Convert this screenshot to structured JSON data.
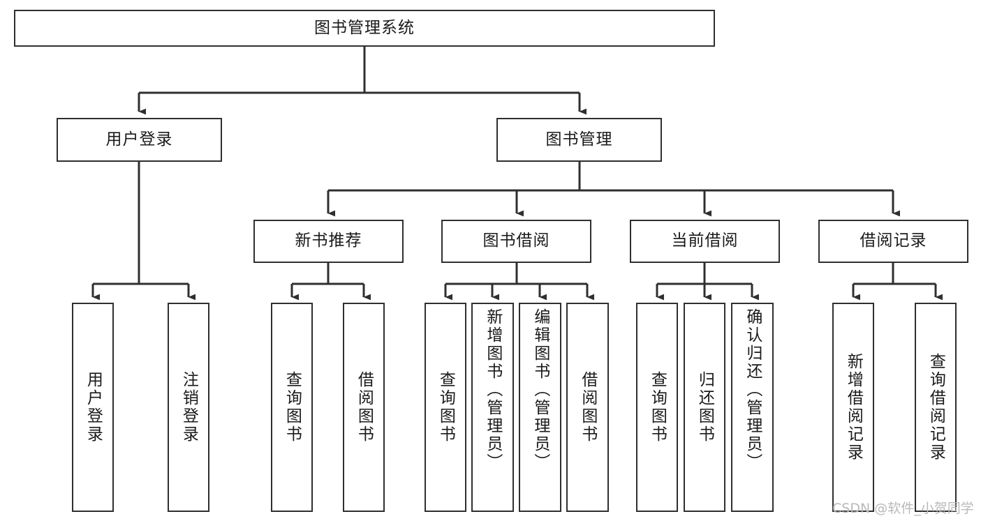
{
  "diagram": {
    "type": "tree-hierarchy-chart",
    "title": "图书管理系统",
    "stroke_color": "#2f2f2f",
    "background_color": "#ffffff",
    "nodes": {
      "root": {
        "label": "图书管理系统"
      },
      "level2": [
        {
          "label": "用户登录"
        },
        {
          "label": "图书管理"
        }
      ],
      "level3": [
        {
          "label": "新书推荐"
        },
        {
          "label": "图书借阅"
        },
        {
          "label": "当前借阅"
        },
        {
          "label": "借阅记录"
        }
      ],
      "leaves_user_login": [
        {
          "label": "用户登录"
        },
        {
          "label": "注销登录"
        }
      ],
      "leaves_new_book": [
        {
          "label": "查询图书"
        },
        {
          "label": "借阅图书"
        }
      ],
      "leaves_book_borrow": [
        {
          "label": "查询图书"
        },
        {
          "label": "新增图书（管理员）"
        },
        {
          "label": "编辑图书（管理员）"
        },
        {
          "label": "借阅图书"
        }
      ],
      "leaves_current_borrow": [
        {
          "label": "查询图书"
        },
        {
          "label": "归还图书"
        },
        {
          "label": "确认归还（管理员）"
        }
      ],
      "leaves_borrow_record": [
        {
          "label": "新增借阅记录"
        },
        {
          "label": "查询借阅记录"
        }
      ]
    }
  },
  "watermark": {
    "text": "CSDN @软件_小贺同学",
    "color": "#b9b9b9"
  }
}
